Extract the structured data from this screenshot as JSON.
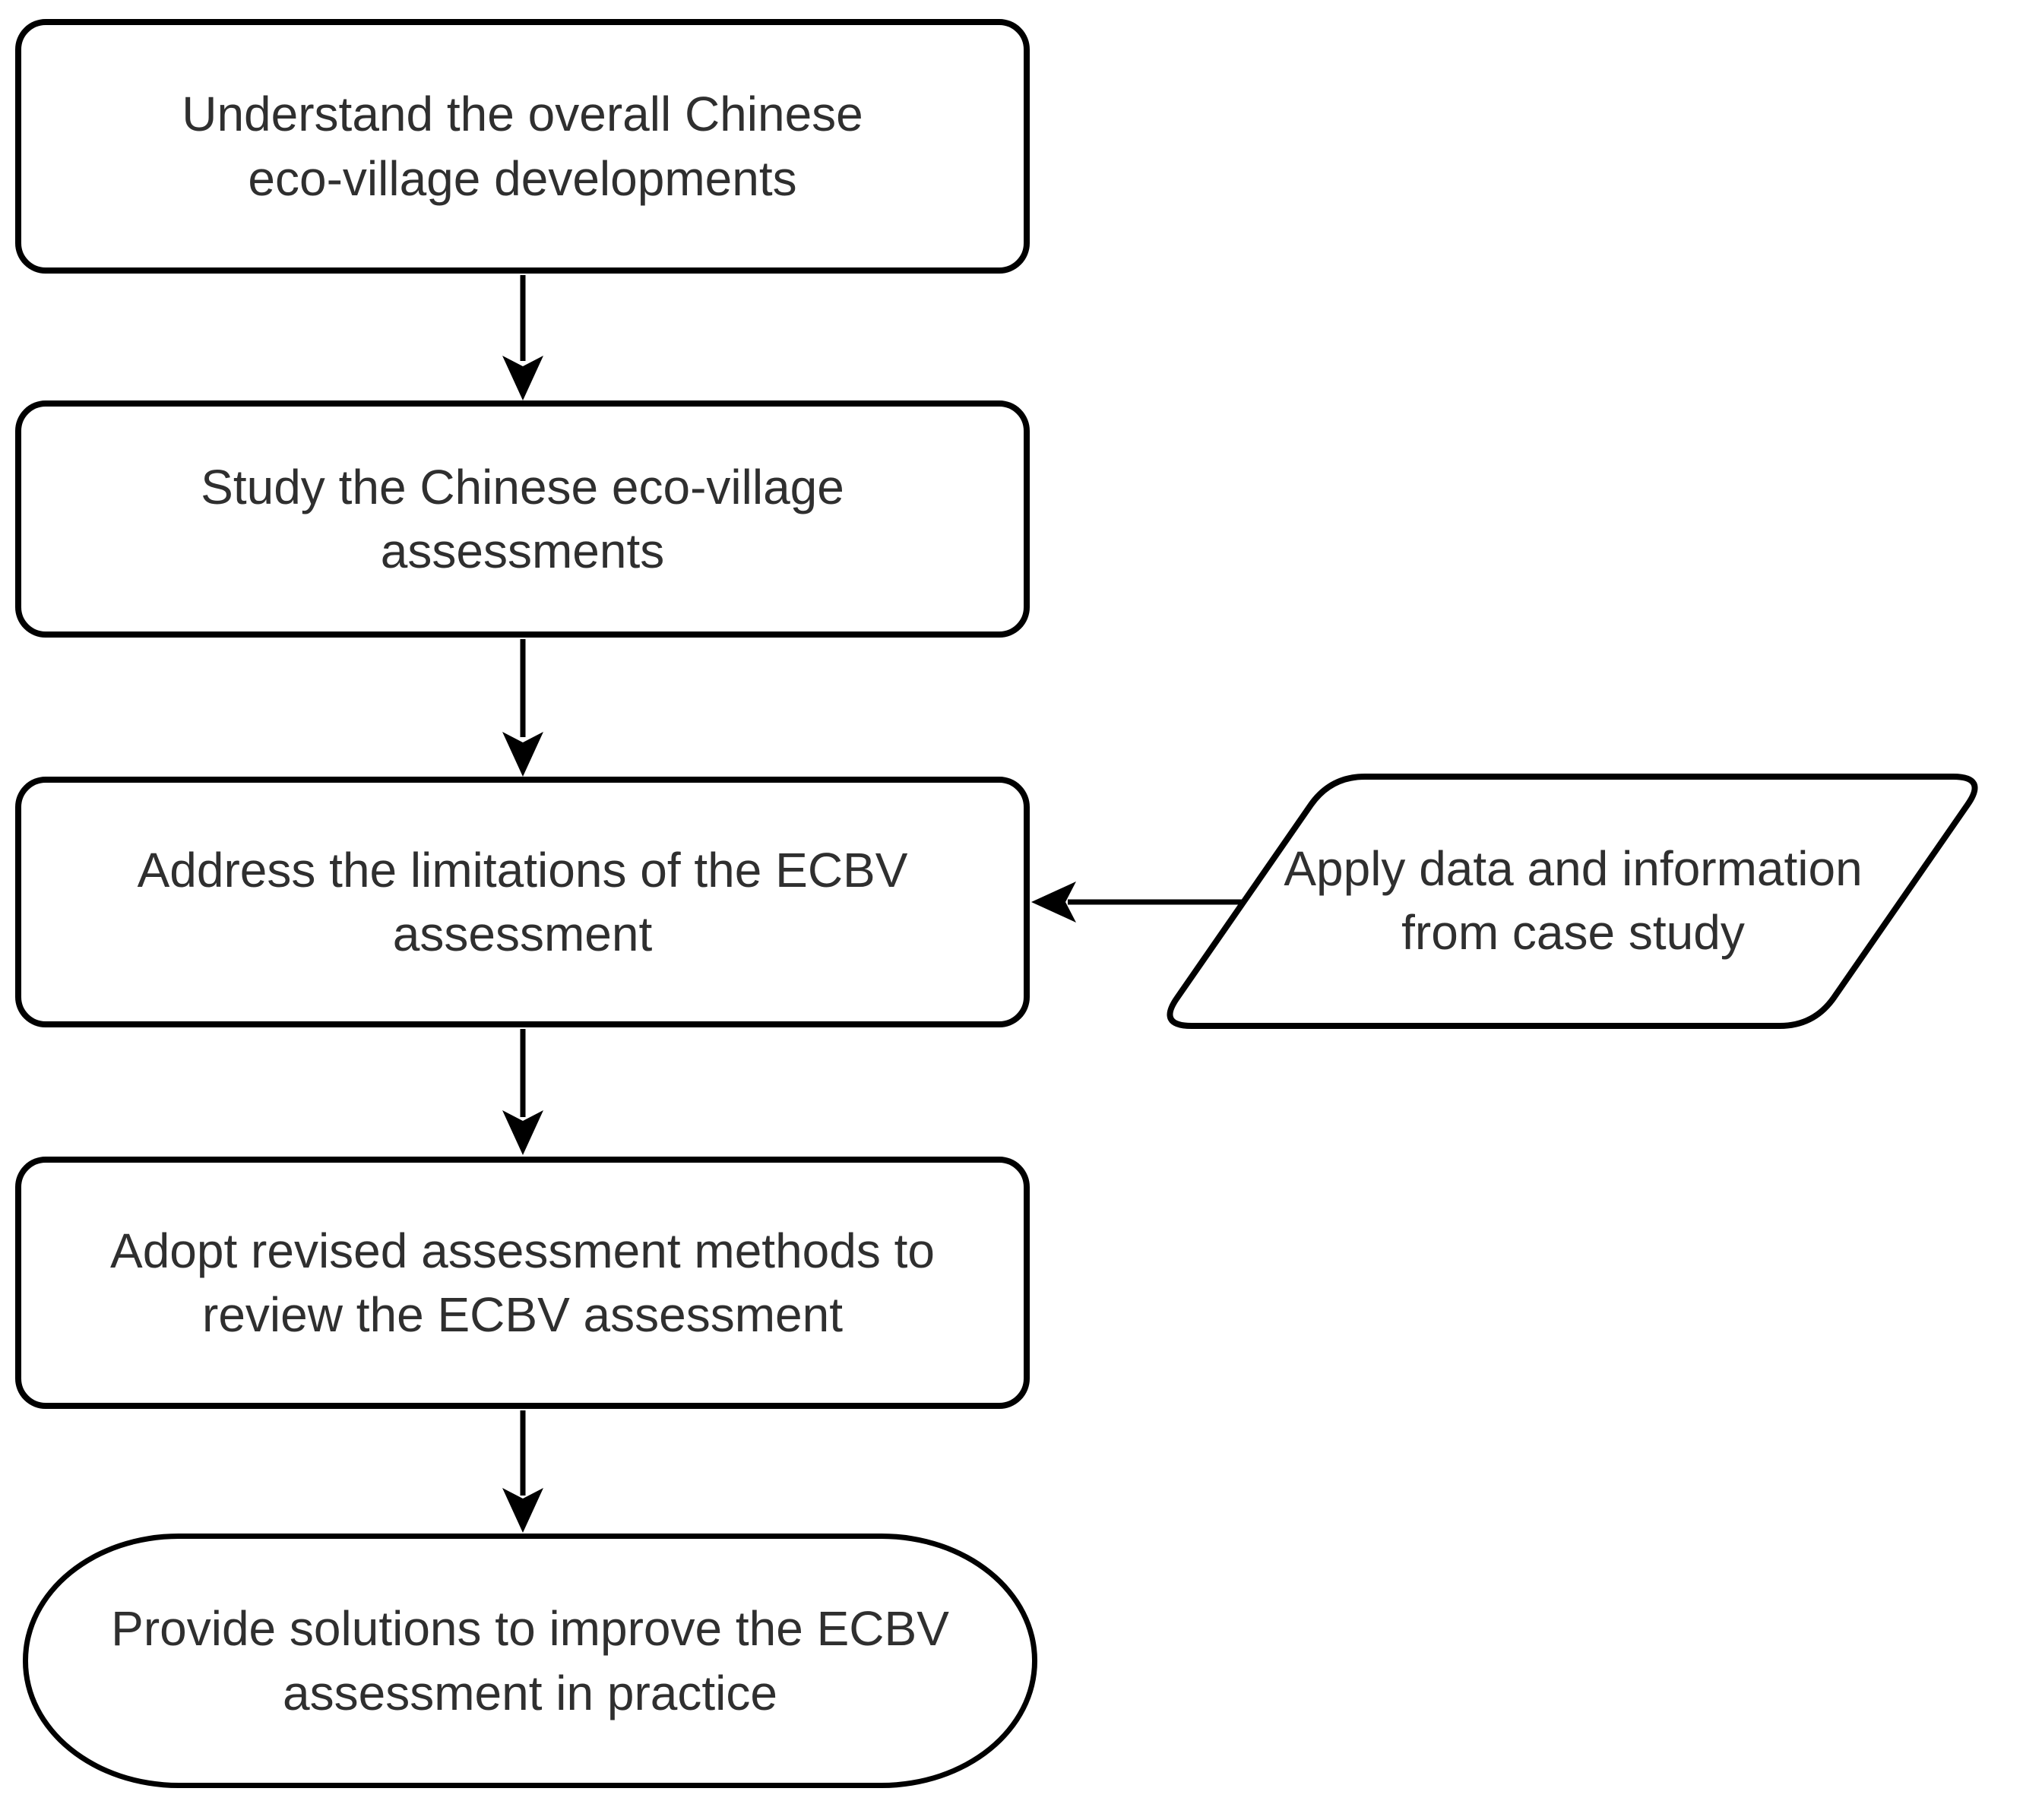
{
  "diagram": {
    "type": "flowchart",
    "background_color": "#ffffff",
    "stroke_color": "#000000",
    "text_color": "#2f2f2f",
    "nodes": [
      {
        "id": "step-1",
        "shape": "rounded-rectangle",
        "label": "Understand the overall Chinese\neco-village developments"
      },
      {
        "id": "step-2",
        "shape": "rounded-rectangle",
        "label": "Study the Chinese eco-village\nassessments"
      },
      {
        "id": "step-3",
        "shape": "rounded-rectangle",
        "label": "Address the limitations of the ECBV\nassessment"
      },
      {
        "id": "data-input",
        "shape": "parallelogram",
        "label": "Apply data and information\nfrom case study"
      },
      {
        "id": "step-4",
        "shape": "rounded-rectangle",
        "label": "Adopt revised assessment methods to\nreview the ECBV assessment"
      },
      {
        "id": "end",
        "shape": "terminator",
        "label": "Provide solutions to improve the ECBV\nassessment in practice"
      }
    ],
    "connectors": [
      {
        "from": "step-1",
        "to": "step-2",
        "direction": "down"
      },
      {
        "from": "step-2",
        "to": "step-3",
        "direction": "down"
      },
      {
        "from": "data-input",
        "to": "step-3",
        "direction": "left"
      },
      {
        "from": "step-3",
        "to": "step-4",
        "direction": "down"
      },
      {
        "from": "step-4",
        "to": "end",
        "direction": "down"
      }
    ]
  }
}
